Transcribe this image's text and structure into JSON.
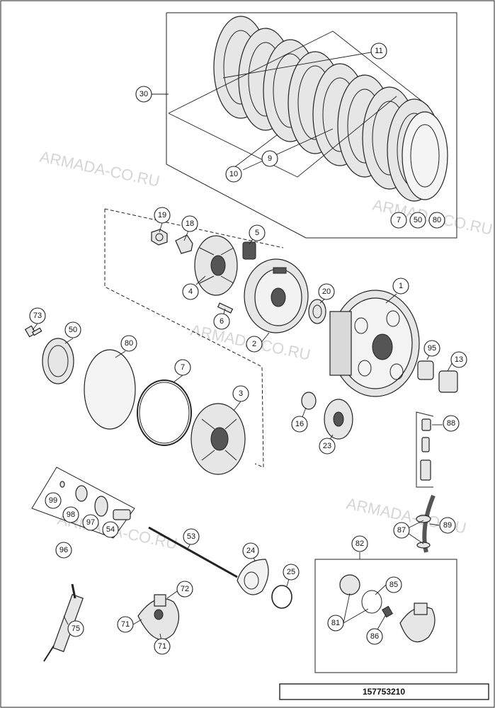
{
  "watermarks": [
    "ARMADA-CO.RU",
    "ARMADA-CO.RU",
    "ARMADA-CO.RU",
    "ARMADA-CO.RU",
    "ARMADA-CO.RU"
  ],
  "reference_number": "157753210",
  "callouts": [
    "30",
    "11",
    "9",
    "10",
    "7",
    "50",
    "80",
    "19",
    "18",
    "5",
    "4",
    "6",
    "1",
    "20",
    "73",
    "50",
    "80",
    "7",
    "2",
    "95",
    "13",
    "3",
    "88",
    "16",
    "23",
    "99",
    "98",
    "97",
    "54",
    "96",
    "53",
    "87",
    "89",
    "82",
    "24",
    "25",
    "85",
    "72",
    "75",
    "71",
    "71",
    "81",
    "86"
  ]
}
